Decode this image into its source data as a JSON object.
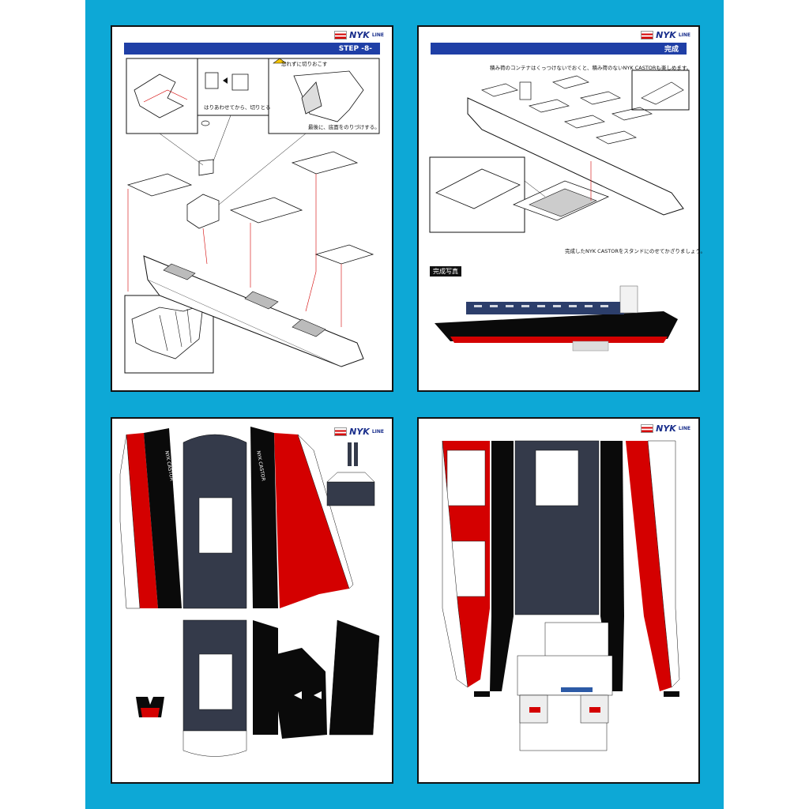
{
  "brand": {
    "logo": "NYK",
    "logo_suffix": "LINE"
  },
  "sheet1": {
    "header": "STEP -8-",
    "caution": "忘れずに切りおこす",
    "note_glue": "はりあわせてから、切りとる",
    "note_final": "最後に、底面をのりづけする。"
  },
  "sheet2": {
    "header": "完成",
    "note_containers": "積み荷のコンテナはくっつけないでおくと、積み荷のないNYK CASTORも楽しめます。",
    "note_stand": "完成したNYK CASTORをスタンドにのせてかざりましょう。",
    "photo_label": "完成写真"
  },
  "sheet3": {
    "ship_name_left": "NYK CASTOR",
    "ship_name_right": "NYK CASTOR"
  },
  "colors": {
    "frame": "#0da8d6",
    "header_bar": "#1f3fa6",
    "hull_red": "#d40000",
    "hull_black": "#0a0a0a",
    "deck_grey": "#343a4a"
  }
}
